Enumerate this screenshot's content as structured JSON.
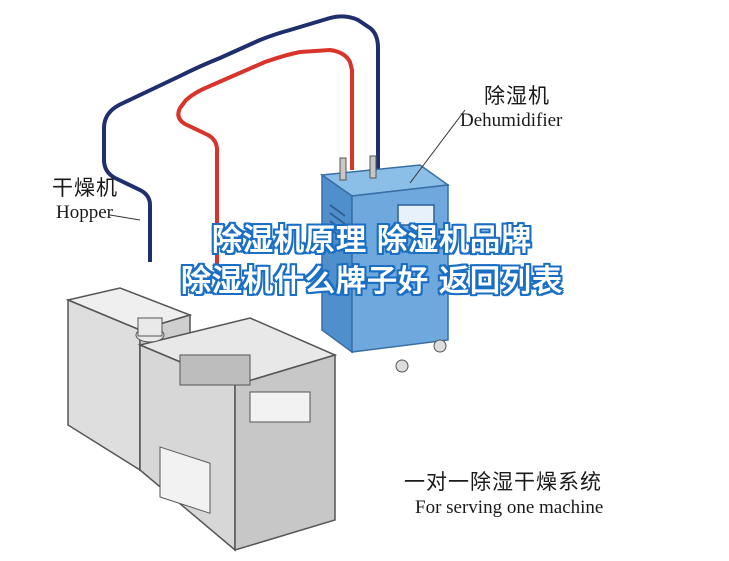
{
  "labels": {
    "dehumidifier_cn": "除湿机",
    "dehumidifier_en": "Dehumidifier",
    "hopper_cn": "干燥机",
    "hopper_en": "Hopper",
    "system_cn": "一对一除湿干燥系统",
    "system_en": "For serving one machine"
  },
  "links": [
    "除湿机原理",
    "除湿机品牌",
    "除湿机什么牌子好",
    "返回列表"
  ],
  "colors": {
    "pipe_dark": "#1f2f6e",
    "pipe_red": "#d9342b",
    "dehumidifier_blue": "#6ea8dc",
    "machine_gray": "#d9d9d9",
    "link_outline": "#1a6fc4"
  }
}
